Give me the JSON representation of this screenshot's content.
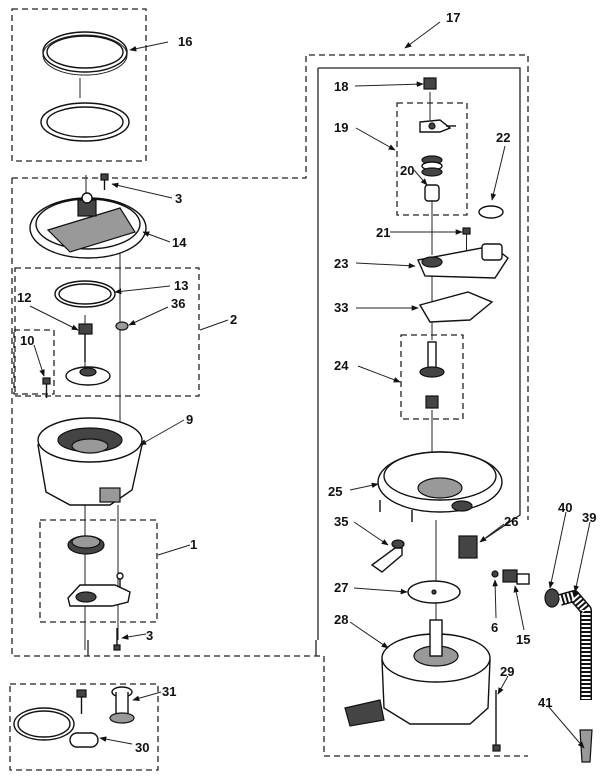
{
  "diagram": {
    "callouts": [
      "16",
      "17",
      "3",
      "14",
      "18",
      "19",
      "22",
      "20",
      "21",
      "23",
      "13",
      "36",
      "2",
      "12",
      "33",
      "10",
      "24",
      "9",
      "25",
      "26",
      "35",
      "1",
      "40",
      "39",
      "27",
      "6",
      "15",
      "3",
      "28",
      "29",
      "31",
      "41",
      "30"
    ]
  }
}
